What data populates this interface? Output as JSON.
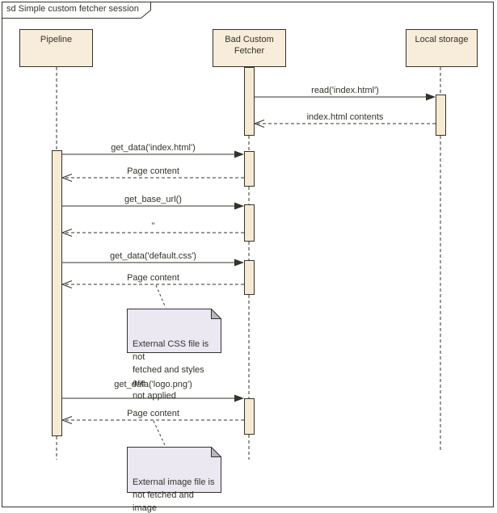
{
  "frame": {
    "title": "sd Simple custom fetcher session"
  },
  "actors": [
    {
      "id": "pipeline",
      "label": "Pipeline"
    },
    {
      "id": "bad-custom-fetcher",
      "label": "Bad Custom Fetcher"
    },
    {
      "id": "local-storage",
      "label": "Local storage"
    }
  ],
  "messages": [
    {
      "label": "read('index.html')",
      "from": "bad-custom-fetcher",
      "to": "local-storage",
      "kind": "call"
    },
    {
      "label": "index.html contents",
      "from": "local-storage",
      "to": "bad-custom-fetcher",
      "kind": "return"
    },
    {
      "label": "get_data('index.html')",
      "from": "pipeline",
      "to": "bad-custom-fetcher",
      "kind": "call"
    },
    {
      "label": "Page content",
      "from": "bad-custom-fetcher",
      "to": "pipeline",
      "kind": "return"
    },
    {
      "label": "get_base_url()",
      "from": "pipeline",
      "to": "bad-custom-fetcher",
      "kind": "call"
    },
    {
      "label": "''",
      "from": "bad-custom-fetcher",
      "to": "pipeline",
      "kind": "return"
    },
    {
      "label": "get_data('default.css')",
      "from": "pipeline",
      "to": "bad-custom-fetcher",
      "kind": "call"
    },
    {
      "label": "Page content",
      "from": "bad-custom-fetcher",
      "to": "pipeline",
      "kind": "return"
    },
    {
      "label": "get_data('logo.png')",
      "from": "pipeline",
      "to": "bad-custom-fetcher",
      "kind": "call"
    },
    {
      "label": "Page content",
      "from": "bad-custom-fetcher",
      "to": "pipeline",
      "kind": "return"
    }
  ],
  "notes": [
    {
      "text": "External CSS file is not\nfetched and styles are\nnot applied"
    },
    {
      "text": "External image file is\nnot fetched and image\nis not rendered"
    }
  ],
  "colors": {
    "line": "#33332b",
    "actor_fill": "#f8ecda",
    "bar_fill": "#f7ead2",
    "note_fill": "#ebe8f2",
    "fold_fill": "#bab6c2",
    "bg": "#ffffff"
  }
}
